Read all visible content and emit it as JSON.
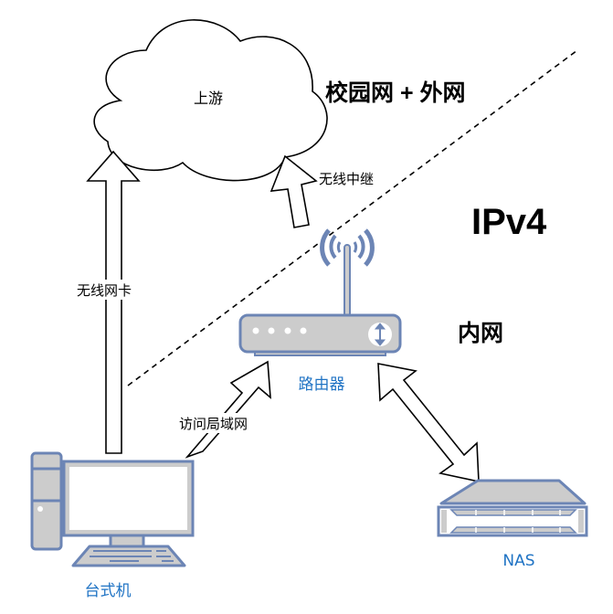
{
  "diagram": {
    "title": "Network topology",
    "colors": {
      "device_stroke": "#6c85b5",
      "device_fill": "#cccccc",
      "device_label": "#1f73c4",
      "line": "#000000",
      "background": "#ffffff"
    },
    "zones": {
      "upper": "校园网 + 外网",
      "protocol": "IPv4",
      "lower": "内网"
    },
    "nodes": {
      "cloud": {
        "label": "上游",
        "icon": "cloud-icon"
      },
      "router": {
        "label": "路由器",
        "icon": "router-icon"
      },
      "desktop": {
        "label": "台式机",
        "icon": "desktop-computer-icon"
      },
      "nas": {
        "label": "NAS",
        "icon": "nas-server-icon"
      }
    },
    "edges": [
      {
        "from": "desktop",
        "to": "cloud",
        "label": "无线网卡",
        "direction": "one-way"
      },
      {
        "from": "router",
        "to": "cloud",
        "label": "无线中继",
        "direction": "one-way"
      },
      {
        "from": "desktop",
        "to": "router",
        "label": "访问局域网",
        "direction": "one-way"
      },
      {
        "from": "router",
        "to": "nas",
        "label": "",
        "direction": "two-way"
      }
    ]
  }
}
